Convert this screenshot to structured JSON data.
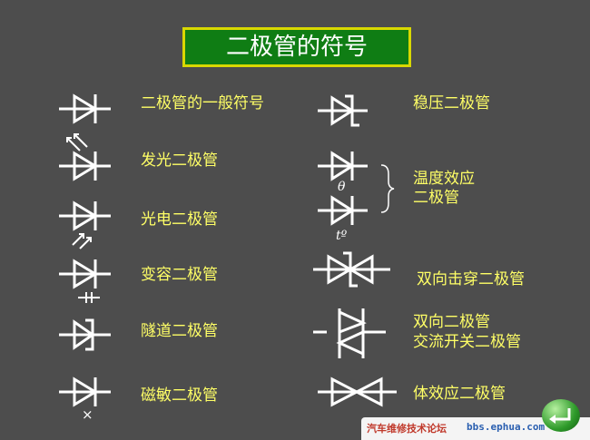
{
  "title": "二极管的符号",
  "left_labels": [
    "二极管的一般符号",
    "发光二极管",
    "光电二极管",
    "变容二极管",
    "隧道二极管",
    "磁敏二极管"
  ],
  "right_labels": {
    "zener": "稳压二极管",
    "temp_line1": "温度效应",
    "temp_line2": "二极管",
    "theta": "θ",
    "t_degree": "tº",
    "bidirectional_breakdown": "双向击穿二极管",
    "ac_line1": "双向二极管",
    "ac_line2": "交流开关二极管",
    "bulk_effect": "体效应二极管"
  },
  "magnetic_mark": "×",
  "watermark": {
    "site_name": "汽车维修技术论坛",
    "url": "bbs.ephua.com"
  },
  "colors": {
    "background": "#4d4d4d",
    "title_bg": "#0f7d14",
    "title_border": "#d8d800",
    "label": "#ffff66",
    "symbol": "#ffffff"
  },
  "icons": {
    "enter": "enter-return-icon"
  }
}
